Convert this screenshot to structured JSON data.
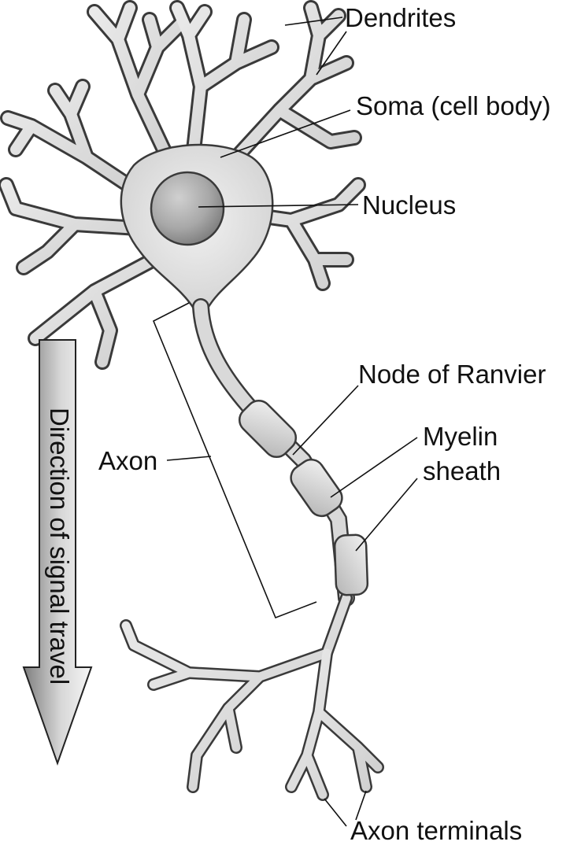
{
  "labels": {
    "dendrites": "Dendrites",
    "soma": "Soma (cell body)",
    "nucleus": "Nucleus",
    "node_of_ranvier": "Node of Ranvier",
    "myelin_line1": "Myelin",
    "myelin_line2": "sheath",
    "axon": "Axon",
    "axon_terminals": "Axon terminals"
  },
  "arrow": {
    "text": "Direction of signal travel"
  },
  "colors": {
    "outline": "#3a3a3a",
    "cell_fill": "#e4e4e4",
    "nucleus_fill": "#a9a9a9",
    "arrow_dark": "#8a8a8a",
    "arrow_light": "#f4f4f4"
  }
}
